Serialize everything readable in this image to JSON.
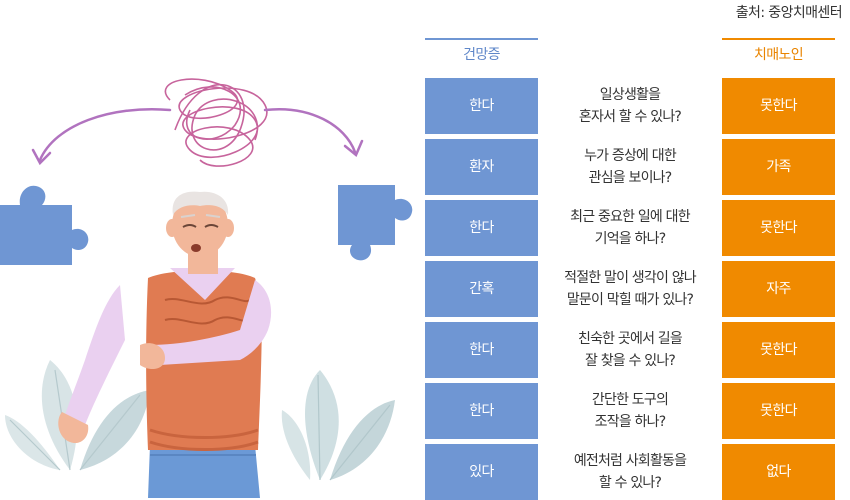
{
  "source": "출처: 중앙치매센터",
  "headers": {
    "healthy": "건망증",
    "dementia": "치매노인"
  },
  "rows": [
    {
      "healthy": "한다",
      "q1": "일상생활을",
      "q2": "혼자서 할 수 있나?",
      "dementia": "못한다"
    },
    {
      "healthy": "환자",
      "q1": "누가 증상에 대한",
      "q2": "관심을 보이나?",
      "dementia": "가족"
    },
    {
      "healthy": "한다",
      "q1": "최근 중요한 일에 대한",
      "q2": "기억을 하나?",
      "dementia": "못한다"
    },
    {
      "healthy": "간혹",
      "q1": "적절한 말이 생각이 않나",
      "q2": "말문이 막힐 때가 있나?",
      "dementia": "자주"
    },
    {
      "healthy": "한다",
      "q1": "친숙한 곳에서 길을",
      "q2": "잘 찾을 수 있나?",
      "dementia": "못한다"
    },
    {
      "healthy": "한다",
      "q1": "간단한 도구의",
      "q2": "조작을 하나?",
      "dementia": "못한다"
    },
    {
      "healthy": "있다",
      "q1": "예전처럼 사회활동을",
      "q2": "할 수 있나?",
      "dementia": "없다"
    }
  ],
  "colors": {
    "healthy": "#6f96d3",
    "dementia": "#f08a00",
    "thread": "#c7649c",
    "arrow": "#b173bf"
  }
}
